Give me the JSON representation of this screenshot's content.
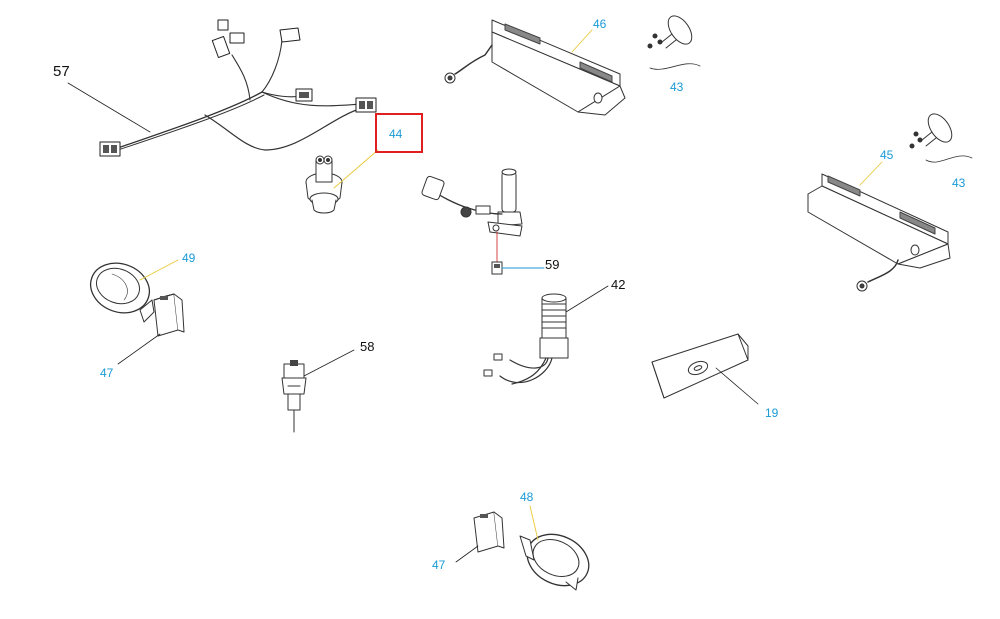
{
  "diagram": {
    "highlighted_part": "44",
    "callouts": {
      "c57": "57",
      "c46": "46",
      "c43a": "43",
      "c44": "44",
      "c45": "45",
      "c43b": "43",
      "c49": "49",
      "c59": "59",
      "c42": "42",
      "c47a": "47",
      "c58": "58",
      "c19": "19",
      "c48": "48",
      "c47b": "47"
    },
    "colors": {
      "callout_blue": "#1a9ad6",
      "leader_yellow": "#e8c838",
      "highlight_red": "#e02020",
      "drawing": "#333333"
    }
  }
}
